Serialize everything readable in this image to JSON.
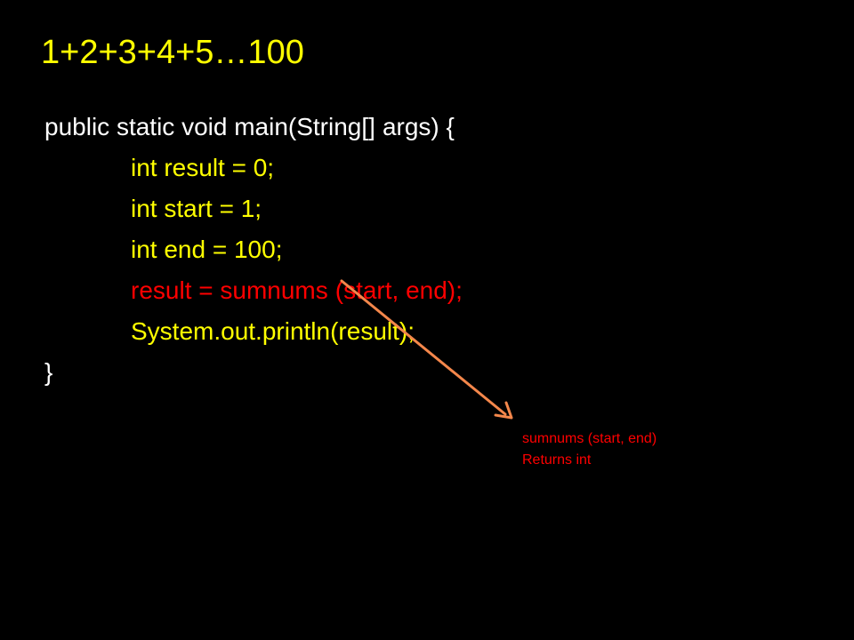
{
  "slide": {
    "title": "1+2+3+4+5…100",
    "code": {
      "line1_a": "public static void main(String[]",
      "line1_b": "args) {",
      "line2": "int result = 0;",
      "line3": "int start = 1;",
      "line4": "int end = 100;",
      "line5_a": "result = sumnums",
      "line5_b": "(start, end);",
      "line6": "System.out.println(result);",
      "line7": "}"
    },
    "note": {
      "line1": "sumnums (start, end)",
      "line2": "Returns int"
    },
    "colors": {
      "background": "#000000",
      "title": "#ffff00",
      "code_plain": "#ffffff",
      "code_body": "#ffff00",
      "highlight": "#ff0000",
      "arrow": "#f4874b"
    }
  }
}
